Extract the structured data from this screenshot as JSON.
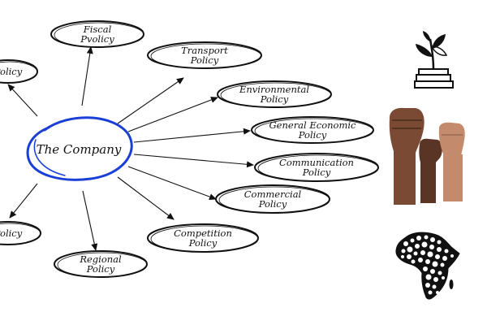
{
  "diagram": {
    "center": {
      "label": "The Company",
      "ring_color": "#1a3fd6"
    },
    "nodes": [
      {
        "id": "fiscal",
        "lines": [
          "Fiscal",
          "Pvolicy"
        ]
      },
      {
        "id": "transport",
        "lines": [
          "Transport",
          "Policy"
        ]
      },
      {
        "id": "environmental",
        "lines": [
          "Environmental",
          "Policy"
        ]
      },
      {
        "id": "general-economic",
        "lines": [
          "General Economic",
          "Policy"
        ]
      },
      {
        "id": "communication",
        "lines": [
          "Communication",
          "Policy"
        ]
      },
      {
        "id": "commercial",
        "lines": [
          "Commercial",
          "Policy"
        ]
      },
      {
        "id": "competition",
        "lines": [
          "Competition",
          "Policy"
        ]
      },
      {
        "id": "regional",
        "lines": [
          "Regional",
          "Policy"
        ]
      },
      {
        "id": "left-bottom",
        "lines": [
          "Policy"
        ]
      },
      {
        "id": "left-top",
        "lines": [
          "Policy"
        ]
      }
    ]
  },
  "icons": [
    {
      "name": "plant-on-books-icon"
    },
    {
      "name": "raised-fists-icon",
      "colors": [
        "#7a4a34",
        "#5a3424",
        "#c48a6c"
      ]
    },
    {
      "name": "africa-map-icon"
    }
  ]
}
